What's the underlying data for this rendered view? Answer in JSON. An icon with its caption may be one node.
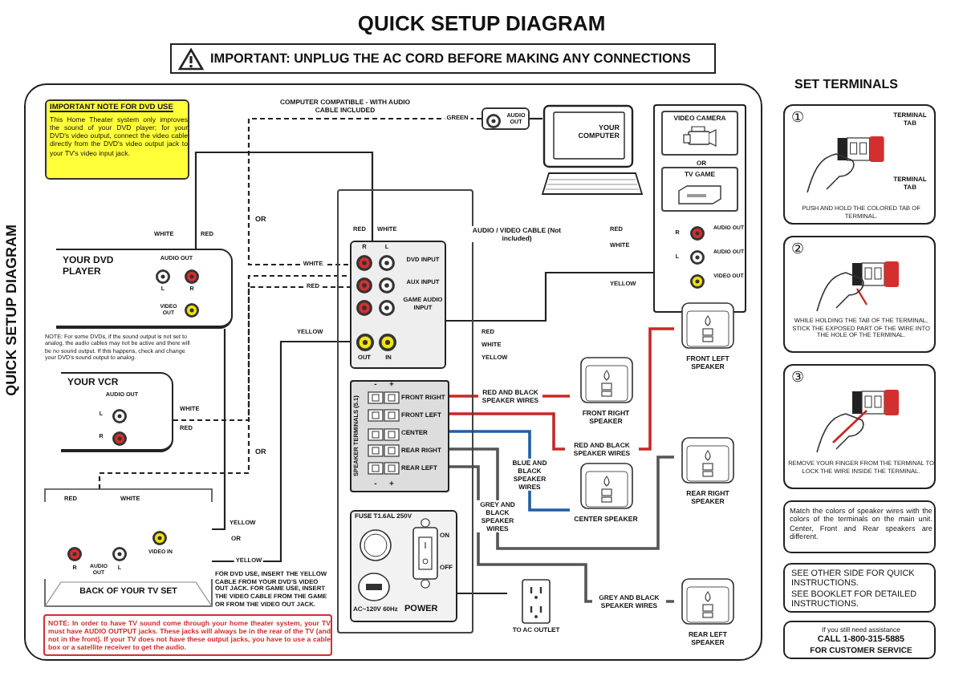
{
  "diagram": {
    "title": "QUICK SETUP DIAGRAM",
    "nodes": [
      {
        "text": [
          "IMPORTANT NOTE FOR DVD USE",
          "This Home Theater system only improves the sound of your DVD player; for your DVD's video output, connect the video cable directly from the DVD's video output jack to your TV's video input jack."
        ]
      },
      {
        "text": [
          "YOUR DVD PLAYER",
          "AUDIO OUT",
          "L",
          "R",
          "VIDEO OUT"
        ]
      },
      {
        "text": [
          "YOUR VCR",
          "AUDIO OUT",
          "L",
          "R"
        ]
      },
      {
        "text": [
          "R",
          "AUDIO OUT",
          "L",
          "VIDEO IN",
          "BACK OF YOUR TV SET"
        ]
      },
      {
        "text": [
          "YOUR COMPUTER"
        ]
      },
      {
        "text": [
          "AUDIO OUT"
        ]
      },
      {
        "text": [
          "OR",
          "R",
          "AUDIO OUT",
          "L",
          "AUDIO OUT",
          "VIDEO OUT"
        ]
      },
      {
        "text": [
          "VIDEO CAMERA"
        ],
        "in": 6
      },
      {
        "text": [
          "TV GAME"
        ],
        "in": 6
      },
      {
        "text": [],
        "shape": "box"
      },
      {
        "text": [
          "R",
          "L",
          "DVD INPUT",
          "AUX INPUT",
          "GAME AUDIO INPUT",
          "OUT",
          "IN"
        ],
        "in": 9
      },
      {
        "text": [
          "SPEAKER TERMINALS (5.1)",
          "-",
          "+",
          "FRONT RIGHT",
          "FRONT LEFT",
          "CENTER",
          "REAR RIGHT",
          "REAR LEFT",
          "-",
          "+"
        ],
        "in": 9
      },
      {
        "text": [
          "FUSE T1.6AL 250V",
          "ON",
          "OFF",
          "AC~120V 60Hz",
          "POWER"
        ],
        "in": 9
      },
      {
        "text": [
          "FRONT RIGHT SPEAKER"
        ]
      },
      {
        "text": [
          "FRONT LEFT SPEAKER"
        ]
      },
      {
        "text": [
          "CENTER SPEAKER"
        ]
      },
      {
        "text": [
          "REAR RIGHT SPEAKER"
        ]
      },
      {
        "text": [
          "REAR LEFT SPEAKER"
        ]
      },
      {
        "text": [
          "TO AC OUTLET"
        ]
      },
      {
        "text": [
          "①",
          "TERMINAL TAB",
          "TERMINAL TAB",
          "PUSH AND HOLD THE COLORED TAB OF TERMINAL."
        ]
      },
      {
        "text": [
          "②",
          "WHILE HOLDING THE TAB OF THE TERMINAL, STICK THE EXPOSED PART OF THE WIRE INTO THE HOLE OF THE TERMINAL."
        ]
      },
      {
        "text": [
          "③",
          "REMOVE YOUR FINGER FROM THE TERMINAL TO LOCK THE WIRE INSIDE THE TERMINAL."
        ]
      },
      {
        "text": [
          "Match the colors of speaker wires with the colors of the terminals on the main unit. Center, Front and Rear speakers are different."
        ]
      },
      {
        "text": [
          "SEE OTHER SIDE FOR QUICK INSTRUCTIONS.",
          "SEE BOOKLET FOR DETAILED INSTRUCTIONS."
        ]
      },
      {
        "text": [
          "If you still need assistance",
          "CALL 1-800-315-5885",
          "FOR CUSTOMER SERVICE"
        ]
      },
      {
        "text": [
          "NOTE: In order to have TV sound come through your home theater system, your TV must have AUDIO OUTPUT jacks. These jacks will always be in the rear of the TV (and not in the front). If your TV does not have these output jacks, you have to use a cable box or a satellite receiver to get the audio."
        ]
      }
    ],
    "edges": [
      {
        "from": 1,
        "to": 10,
        "arrow": "none"
      },
      {
        "from": 5,
        "to": 10,
        "arrow": "none",
        "style": "dashed",
        "label": "COMPUTER COMPATIBLE - WITH AUDIO CABLE INCLUDED"
      },
      {
        "from": 2,
        "to": 10,
        "arrow": "none",
        "style": "dashed"
      },
      {
        "from": 3,
        "to": 10,
        "arrow": "none",
        "style": "dashed"
      },
      {
        "from": 1,
        "to": 3,
        "arrow": "none"
      },
      {
        "from": 10,
        "to": 3,
        "arrow": "none"
      },
      {
        "from": 6,
        "to": 10,
        "arrow": "none",
        "label": "AUDIO / VIDEO CABLE (Not included)"
      },
      {
        "from": 11,
        "to": 13,
        "arrow": "none",
        "color": "#c62828",
        "label": "RED AND BLACK SPEAKER WIRES"
      },
      {
        "from": 11,
        "to": 14,
        "arrow": "none",
        "color": "#c62828",
        "label": "RED AND BLACK SPEAKER WIRES"
      },
      {
        "from": 11,
        "to": 15,
        "arrow": "none",
        "color": "#1f5fa8",
        "label": "BLUE AND BLACK SPEAKER WIRES"
      },
      {
        "from": 11,
        "to": 16,
        "arrow": "none",
        "color": "#555555",
        "label": "GREY AND BLACK SPEAKER WIRES"
      },
      {
        "from": 11,
        "to": 17,
        "arrow": "none",
        "color": "#555555",
        "label": "GREY AND BLACK SPEAKER WIRES"
      },
      {
        "from": 12,
        "to": 18,
        "arrow": "none"
      },
      {
        "from": 5,
        "to": 4,
        "arrow": "none"
      }
    ],
    "labels": [
      "IMPORTANT: UNPLUG THE AC CORD BEFORE MAKING ANY CONNECTIONS",
      "QUICK SETUP DIAGRAM",
      "SET TERMINALS",
      "GREEN",
      "WHITE",
      "RED",
      "RED",
      "WHITE",
      "OR",
      "WHITE",
      "RED",
      "YELLOW",
      "RED",
      "WHITE",
      "YELLOW",
      "RED",
      "WHITE",
      "YELLOW",
      "NOTE: For some DVDs, if the sound output is not set to analog, the audio cables may not be active and there will be no sound output. If this happens, check and change your DVD's sound output to analog.",
      "WHITE",
      "RED",
      "OR",
      "RED",
      "WHITE",
      "YELLOW",
      "OR",
      "YELLOW",
      "FOR DVD USE, INSERT THE YELLOW CABLE FROM YOUR DVD'S VIDEO OUT JACK. FOR GAME USE, INSERT THE VIDEO CABLE FROM THE GAME OR FROM THE VIDEO OUT JACK."
    ]
  }
}
